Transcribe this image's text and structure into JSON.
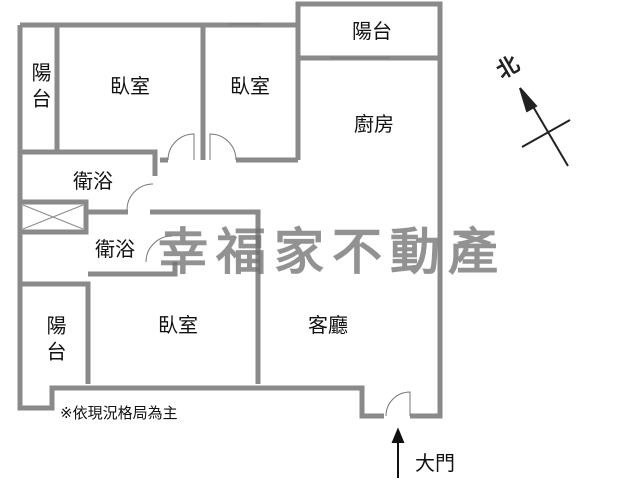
{
  "floorplan": {
    "rooms": [
      {
        "id": "balcony-west-top",
        "label": "陽台"
      },
      {
        "id": "bedroom-1",
        "label": "臥室"
      },
      {
        "id": "bedroom-2",
        "label": "臥室"
      },
      {
        "id": "balcony-north",
        "label": "陽台"
      },
      {
        "id": "kitchen",
        "label": "廚房"
      },
      {
        "id": "bathroom-1",
        "label": "衛浴"
      },
      {
        "id": "bathroom-2",
        "label": "衛浴"
      },
      {
        "id": "balcony-west-bottom",
        "label": "陽台"
      },
      {
        "id": "bedroom-3",
        "label": "臥室"
      },
      {
        "id": "living-room",
        "label": "客廳"
      }
    ],
    "compass": {
      "label": "北",
      "icon": "north-arrow-icon"
    },
    "entrance": {
      "label": "大門",
      "icon": "arrow-up-icon"
    },
    "note": "※依現況格局為主",
    "watermark": "幸福家不動產",
    "colors": {
      "wall": "#8a8a8a",
      "wall_fill": "#c8c8c8",
      "text": "#111111",
      "watermark": "#6e6e6e"
    }
  }
}
